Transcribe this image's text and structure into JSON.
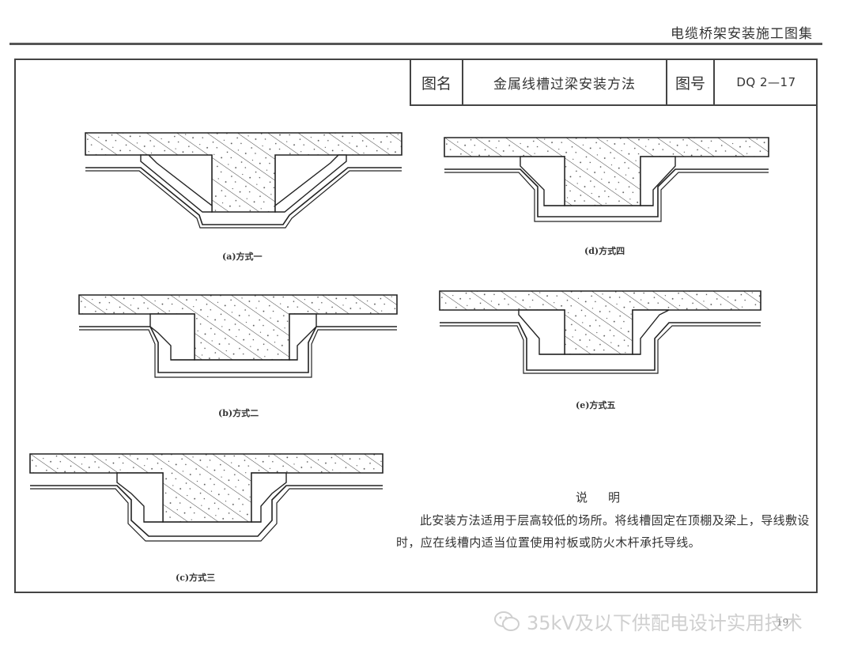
{
  "header": {
    "atlas_title": "电缆桥架安装施工图集"
  },
  "title_block": {
    "name_label": "图名",
    "name_value": "金属线槽过梁安装方法",
    "number_label": "图号",
    "number_value": "DQ 2—17"
  },
  "figures": [
    {
      "id": "a",
      "caption": "(a)方式一"
    },
    {
      "id": "b",
      "caption": "(b)方式二"
    },
    {
      "id": "c",
      "caption": "(c)方式三"
    },
    {
      "id": "d",
      "caption": "(d)方式四"
    },
    {
      "id": "e",
      "caption": "(e)方式五"
    }
  ],
  "notes": {
    "heading": "说明",
    "body": "此安装方法适用于层高较低的场所。将线槽固定在顶棚及梁上，导线敷设时，应在线槽内适当位置使用衬板或防火木杆承托导线。"
  },
  "watermark": {
    "text": "35kV及以下供配电设计实用技术",
    "page": "19"
  }
}
